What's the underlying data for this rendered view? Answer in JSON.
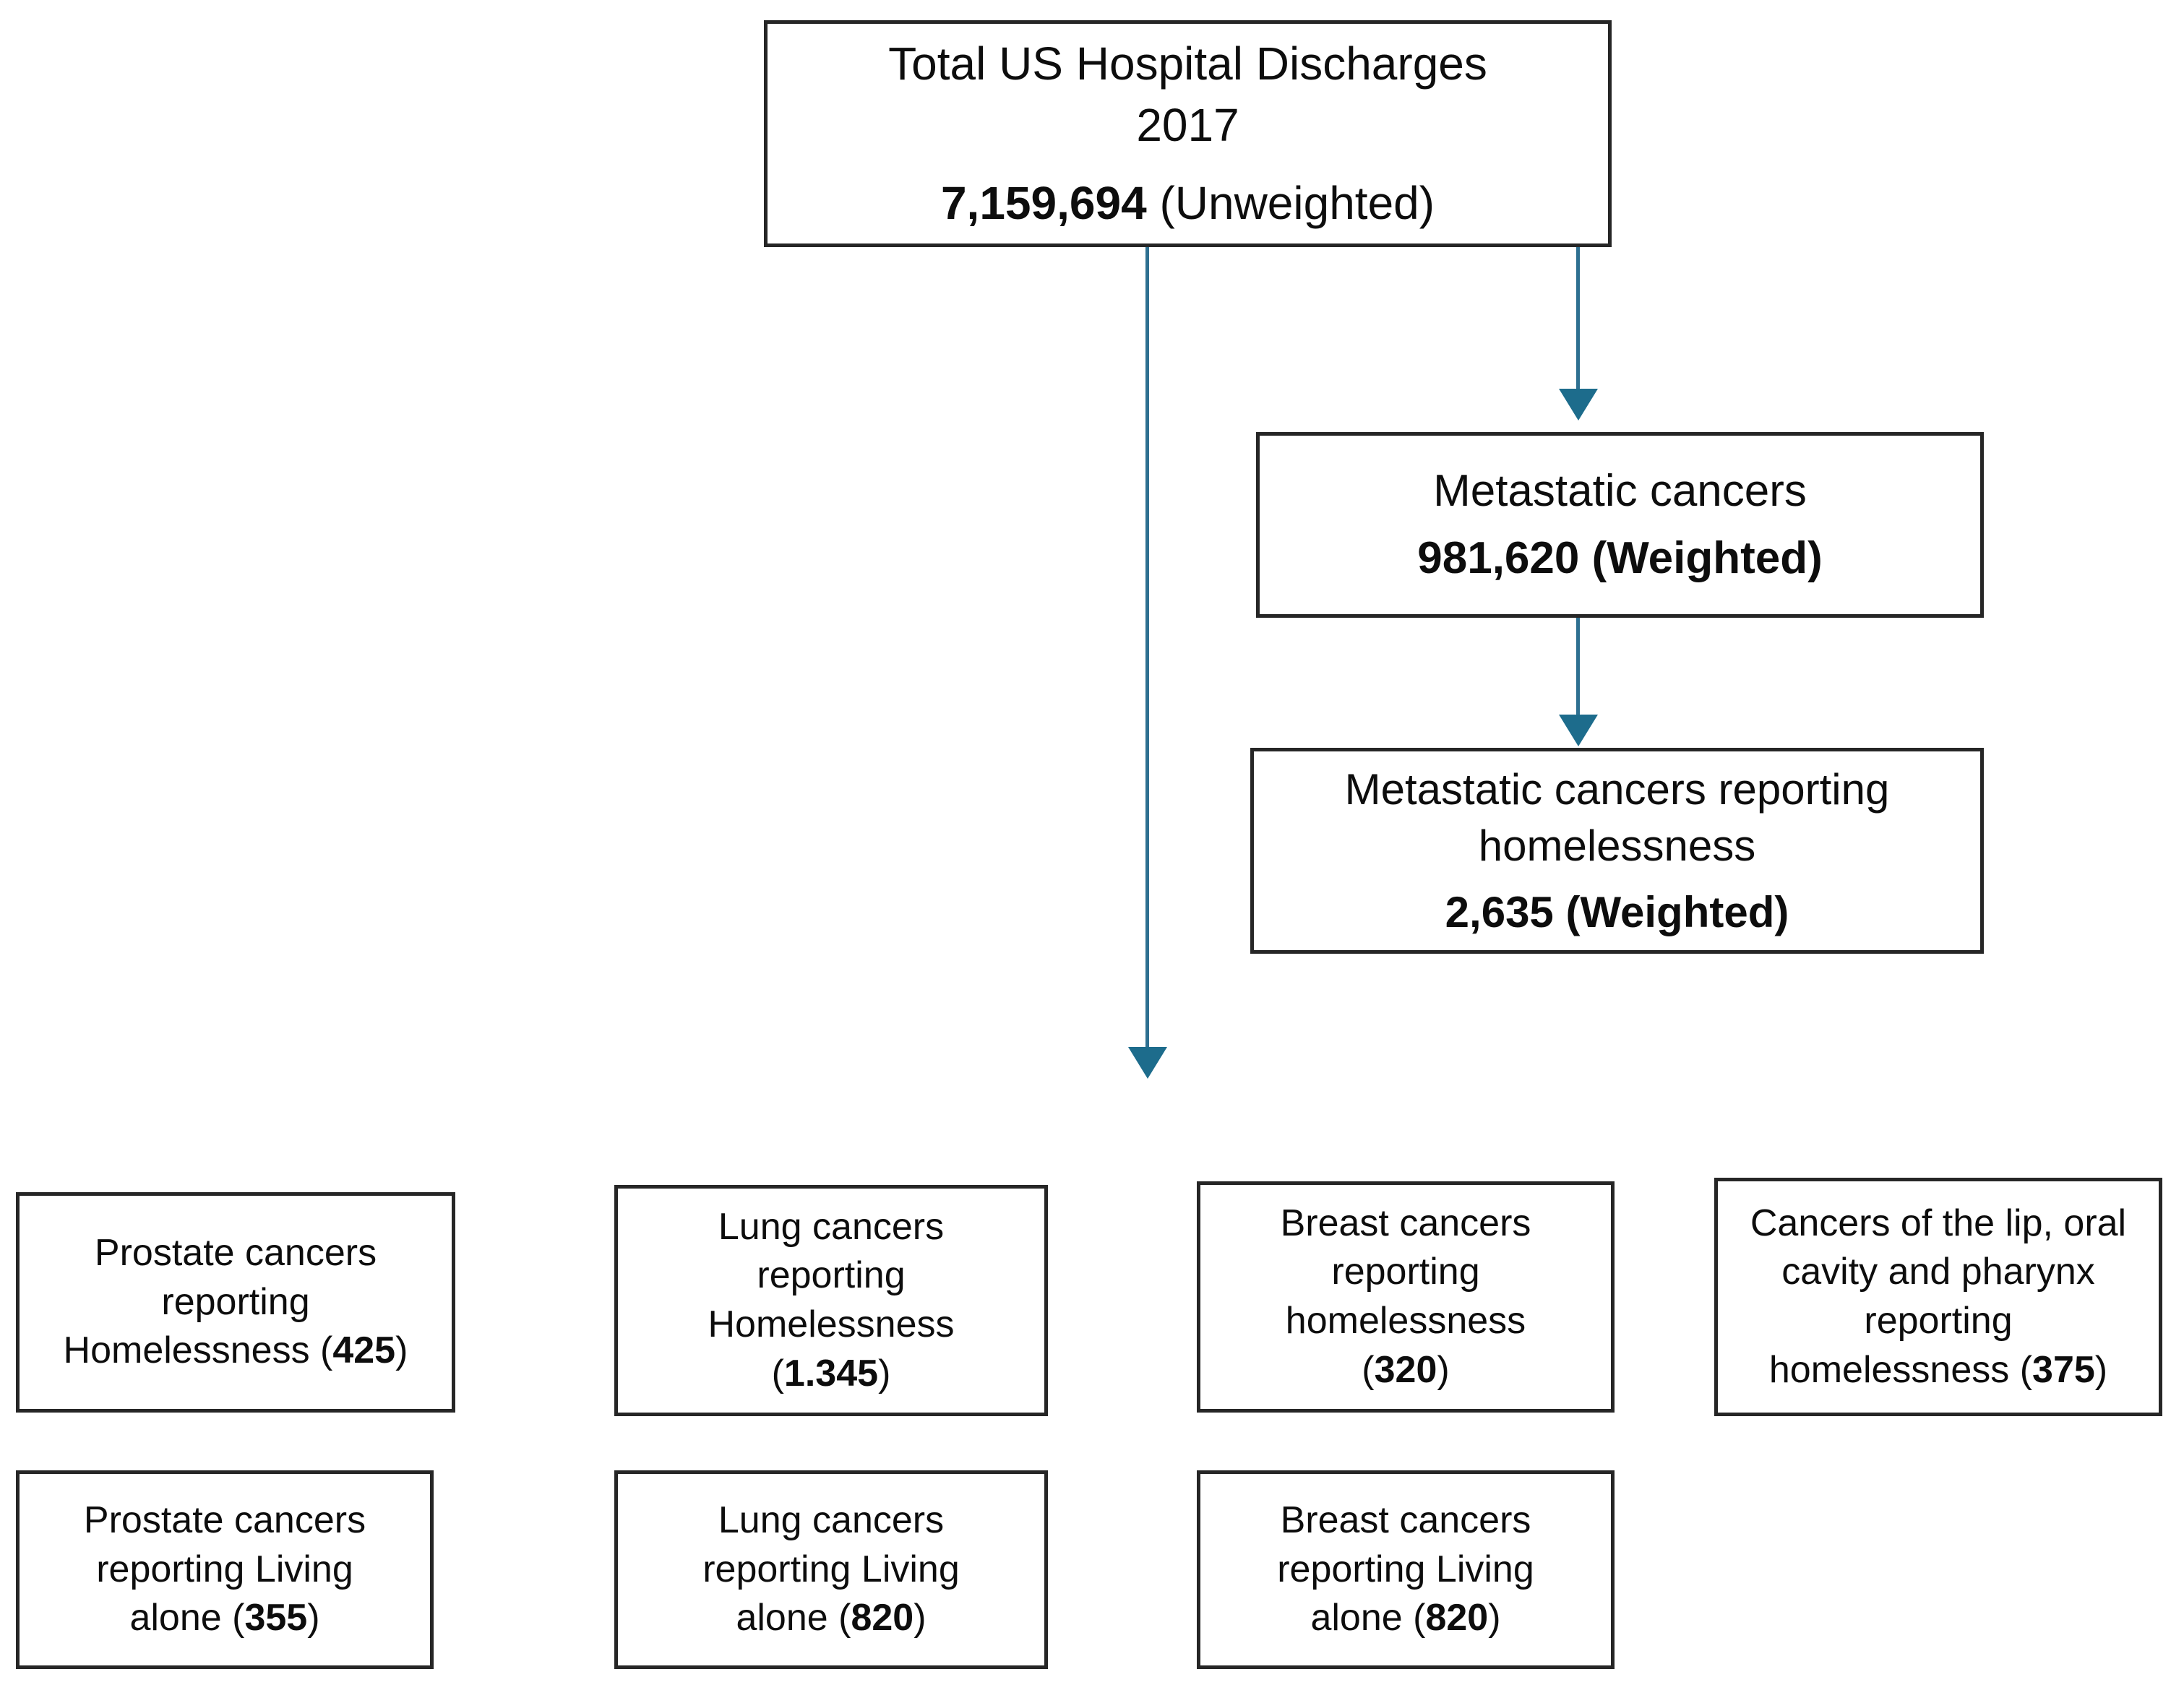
{
  "diagram": {
    "title_node": {
      "name": "total-us-hospital-discharges",
      "line1": "Total US Hospital Discharges",
      "line2": "2017",
      "count": "7,159,694",
      "qualifier": " (Unweighted)"
    },
    "metastatic": {
      "name": "metastatic-cancers",
      "line1": "Metastatic cancers",
      "count": "981,620 (Weighted)"
    },
    "metastatic_homeless": {
      "name": "metastatic-cancers-reporting-homelessness",
      "line1": "Metastatic cancers reporting",
      "line2": "homelessness",
      "count": "2,635 (Weighted)"
    },
    "homelessness_leaves": [
      {
        "name": "prostate-cancers-reporting-homelessness",
        "line1": "Prostate cancers",
        "line2": "reporting",
        "line3_prefix": "Homelessness (",
        "value": "425",
        "line3_suffix": ")"
      },
      {
        "name": "lung-cancers-reporting-homelessness",
        "line1": "Lung cancers",
        "line2": "reporting",
        "line3": "Homelessness",
        "line4_prefix": "(",
        "value": "1.345",
        "line4_suffix": ")"
      },
      {
        "name": "breast-cancers-reporting-homelessness",
        "line1": "Breast cancers",
        "line2": "reporting",
        "line3": "homelessness",
        "line4_prefix": "(",
        "value": "320",
        "line4_suffix": ")"
      },
      {
        "name": "lip-oral-pharynx-cancers-reporting-homelessness",
        "line1": "Cancers of the lip, oral",
        "line2": "cavity and pharynx",
        "line3": "reporting",
        "line4_prefix": "homelessness (",
        "value": "375",
        "line4_suffix": ")"
      }
    ],
    "living_alone_leaves": [
      {
        "name": "prostate-cancers-reporting-living-alone",
        "line1": "Prostate cancers",
        "line2": "reporting Living",
        "line3_prefix": "alone (",
        "value": "355",
        "line3_suffix": ")"
      },
      {
        "name": "lung-cancers-reporting-living-alone",
        "line1": "Lung cancers",
        "line2": "reporting Living",
        "line3_prefix": "alone (",
        "value": "820",
        "line3_suffix": ")"
      },
      {
        "name": "breast-cancers-reporting-living-alone",
        "line1": "Breast cancers",
        "line2": "reporting Living",
        "line3_prefix": "alone (",
        "value": "820",
        "line3_suffix": ")"
      }
    ],
    "connectors": [
      {
        "name": "arrow-total-to-leaves",
        "color": "#2e7091"
      },
      {
        "name": "arrow-total-to-metastatic",
        "color": "#2e7091"
      },
      {
        "name": "arrow-metastatic-to-homelessness",
        "color": "#2e7091"
      }
    ],
    "colors": {
      "box_border": "#262626",
      "arrow": "#2e7091",
      "arrow_head": "#1d6c8c",
      "background": "#ffffff",
      "text": "#0d0d0d"
    }
  }
}
